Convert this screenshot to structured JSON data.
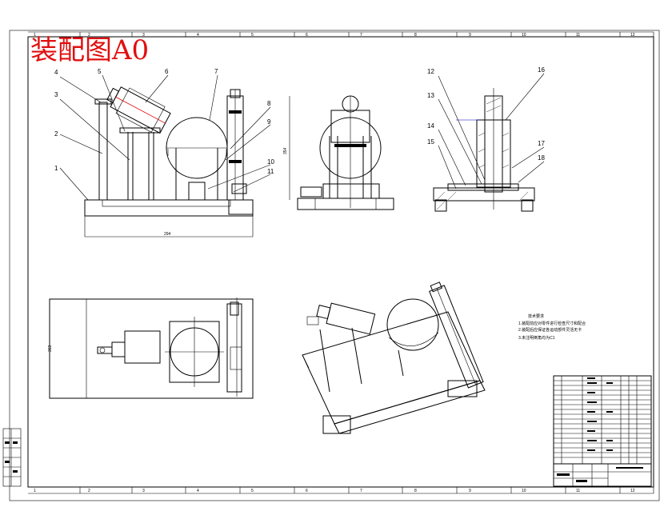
{
  "drawing": {
    "title": "装配图A0",
    "border_numbers_top": [
      "1",
      "2",
      "3",
      "4",
      "5",
      "6",
      "7",
      "8",
      "9",
      "10",
      "11",
      "12"
    ],
    "border_numbers_bottom": [
      "1",
      "2",
      "3",
      "4",
      "5",
      "6",
      "7",
      "8",
      "9",
      "10",
      "11",
      "12"
    ],
    "front_view_callouts": [
      "1",
      "2",
      "3",
      "4",
      "5",
      "6",
      "7",
      "8",
      "9",
      "10",
      "11"
    ],
    "section_view_callouts": [
      "12",
      "13",
      "14",
      "15",
      "16",
      "17",
      "18"
    ],
    "dimension_labels": [
      "294",
      "354",
      "363"
    ],
    "tech_requirements": {
      "title": "技术要求",
      "lines": [
        "1.装配前应对零件进行检查尺寸和配合",
        "2.装配后应保证各运动部件灵活无卡",
        "3.未注明倒角均为C1"
      ]
    }
  },
  "colors": {
    "title_red": "#e01010",
    "line_black": "#000000",
    "accent_red": "#e00000",
    "accent_blue": "#0000c0"
  }
}
